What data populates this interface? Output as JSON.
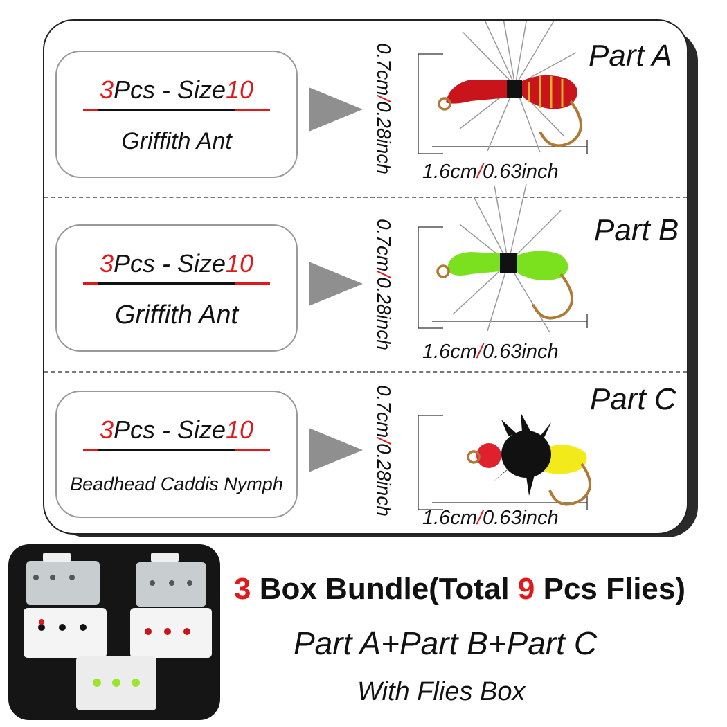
{
  "parts": [
    {
      "title": "Part A",
      "qty_num": "3",
      "qty_text": "Pcs - Size",
      "size_num": "10",
      "name": "Griffith Ant",
      "height_cm": "0.7cm",
      "height_sep": "/",
      "height_in": "0.28inch",
      "length_cm": "1.6cm",
      "length_sep": "/",
      "length_in": "0.63inch",
      "body_color": "#c8141a"
    },
    {
      "title": "Part B",
      "qty_num": "3",
      "qty_text": "Pcs - Size",
      "size_num": "10",
      "name": "Griffith Ant",
      "height_cm": "0.7cm",
      "height_sep": "/",
      "height_in": "0.28inch",
      "length_cm": "1.6cm",
      "length_sep": "/",
      "length_in": "0.63inch",
      "body_color": "#7be01e"
    },
    {
      "title": "Part C",
      "qty_num": "3",
      "qty_text": "Pcs - Size",
      "size_num": "10",
      "name": "Beadhead Caddis Nymph",
      "height_cm": "0.7cm",
      "height_sep": "/",
      "height_in": "0.28inch",
      "length_cm": "1.6cm",
      "length_sep": "/",
      "length_in": "0.63inch",
      "body_color": "#f2ea1a"
    }
  ],
  "bundle": {
    "prefix_num": "3",
    "prefix_text": " Box Bundle(Total ",
    "total_num": "9",
    "suffix_text": " Pcs Flies)",
    "parts_line": "Part A+Part B+Part C",
    "box_line": "With Flies Box"
  },
  "colors": {
    "accent_red": "#e01a1a",
    "arrow_gray": "#8f8f8f",
    "photo_bg": "#151515"
  },
  "icons": {
    "arrow": "triangle-right-icon",
    "fly": "fishing-fly-icon"
  }
}
